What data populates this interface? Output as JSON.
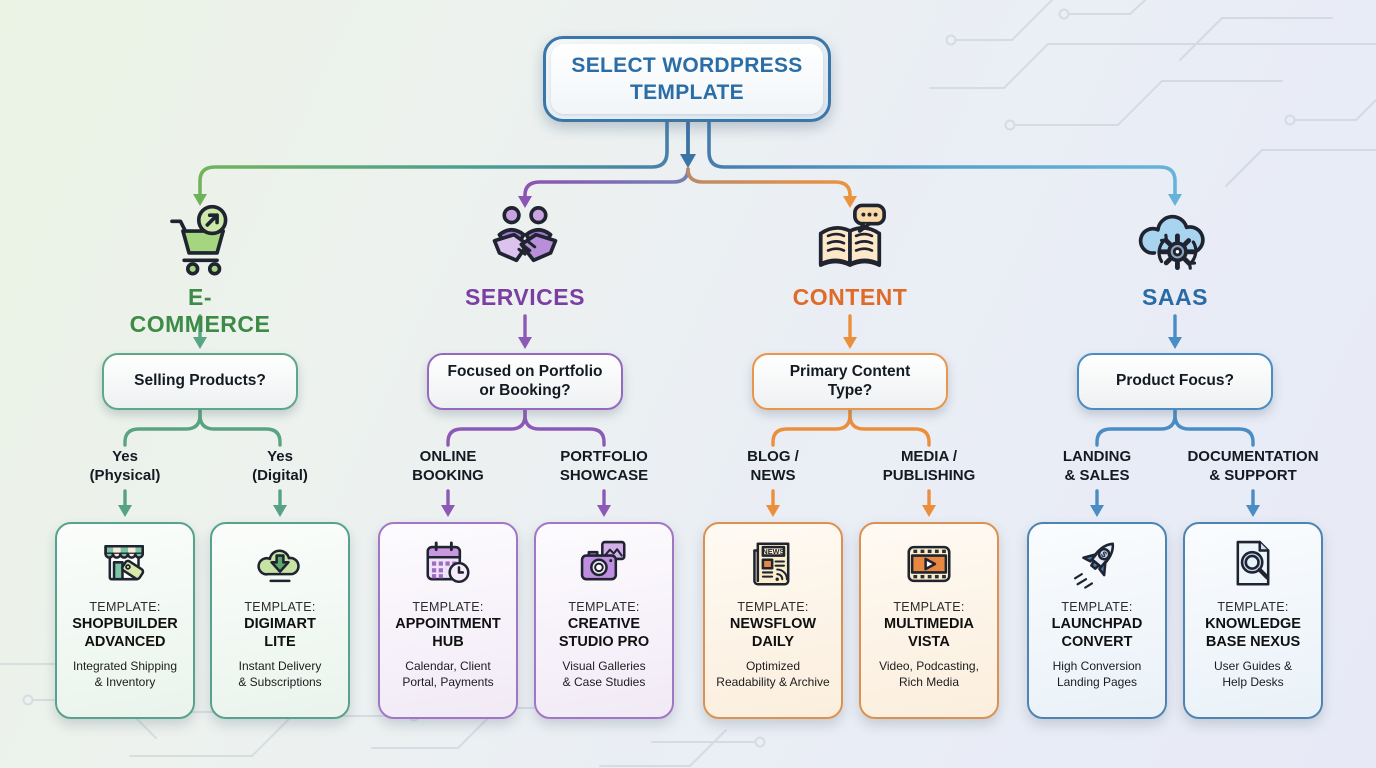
{
  "title": "SELECT WORDPRESS\nTEMPLATE",
  "accent_colors": {
    "ecommerce": "#3d8b46",
    "services": "#7b3fa2",
    "content": "#e06a28",
    "saas": "#2a6ba6"
  },
  "branches": [
    {
      "name": "E-COMMERCE",
      "icon": "shopping-cart-icon",
      "color": "#3d8b46",
      "question": "Selling Products?",
      "options": [
        {
          "branch_label": "Yes\n(Physical)",
          "card": {
            "prefix": "TEMPLATE:",
            "name": "SHOPBUILDER\nADVANCED",
            "description": "Integrated Shipping\n& Inventory",
            "icon": "storefront-icon"
          }
        },
        {
          "branch_label": "Yes\n(Digital)",
          "card": {
            "prefix": "TEMPLATE:",
            "name": "DIGIMART\nLITE",
            "description": "Instant Delivery\n& Subscriptions",
            "icon": "cloud-download-icon"
          }
        }
      ]
    },
    {
      "name": "SERVICES",
      "icon": "handshake-icon",
      "color": "#7b3fa2",
      "question": "Focused on Portfolio\nor Booking?",
      "options": [
        {
          "branch_label": "ONLINE\nBOOKING",
          "card": {
            "prefix": "TEMPLATE:",
            "name": "APPOINTMENT\nHUB",
            "description": "Calendar, Client\nPortal, Payments",
            "icon": "calendar-clock-icon"
          }
        },
        {
          "branch_label": "PORTFOLIO\nSHOWCASE",
          "card": {
            "prefix": "TEMPLATE:",
            "name": "CREATIVE\nSTUDIO PRO",
            "description": "Visual Galleries\n& Case Studies",
            "icon": "camera-icon"
          }
        }
      ]
    },
    {
      "name": "CONTENT",
      "icon": "open-book-chat-icon",
      "color": "#e06a28",
      "question": "Primary Content\nType?",
      "options": [
        {
          "branch_label": "BLOG /\nNEWS",
          "card": {
            "prefix": "TEMPLATE:",
            "name": "NEWSFLOW\nDAILY",
            "description": "Optimized\nReadability & Archive",
            "icon": "newspaper-icon"
          }
        },
        {
          "branch_label": "MEDIA /\nPUBLISHING",
          "card": {
            "prefix": "TEMPLATE:",
            "name": "MULTIMEDIA\nVISTA",
            "description": "Video, Podcasting,\nRich Media",
            "icon": "video-film-icon"
          }
        }
      ]
    },
    {
      "name": "SAAS",
      "icon": "cloud-gear-icon",
      "color": "#2a6ba6",
      "question": "Product Focus?",
      "options": [
        {
          "branch_label": "LANDING\n& SALES",
          "card": {
            "prefix": "TEMPLATE:",
            "name": "LAUNCHPAD\nCONVERT",
            "description": "High Conversion\nLanding Pages",
            "icon": "rocket-icon"
          }
        },
        {
          "branch_label": "DOCUMENTATION\n& SUPPORT",
          "card": {
            "prefix": "TEMPLATE:",
            "name": "KNOWLEDGE\nBASE NEXUS",
            "description": "User Guides &\nHelp Desks",
            "icon": "document-search-icon"
          }
        }
      ]
    }
  ]
}
